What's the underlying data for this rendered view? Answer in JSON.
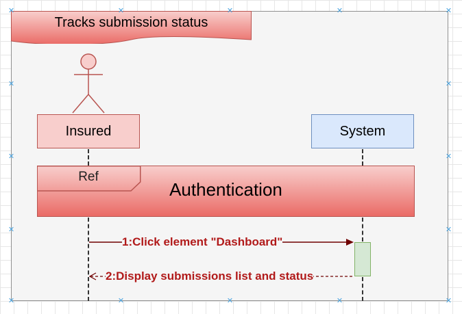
{
  "diagram": {
    "frame_title": "Tracks submission status",
    "lifelines": [
      {
        "label": "Insured"
      },
      {
        "label": "System"
      }
    ],
    "ref_fragment": {
      "tag": "Ref",
      "title": "Authentication"
    },
    "messages": [
      {
        "label": "1:Click element \"Dashboard\"",
        "type": "synchronous"
      },
      {
        "label": "2:Display submissions list and status",
        "type": "return"
      }
    ],
    "colors": {
      "actor_fill": "#f8cecc",
      "actor_stroke": "#b85450",
      "system_fill": "#dae8fc",
      "system_stroke": "#6c8ebf",
      "ref_gradient_end": "#ea6b66",
      "activation_fill": "#d5e8d4",
      "message_text": "#b11a1a"
    }
  }
}
